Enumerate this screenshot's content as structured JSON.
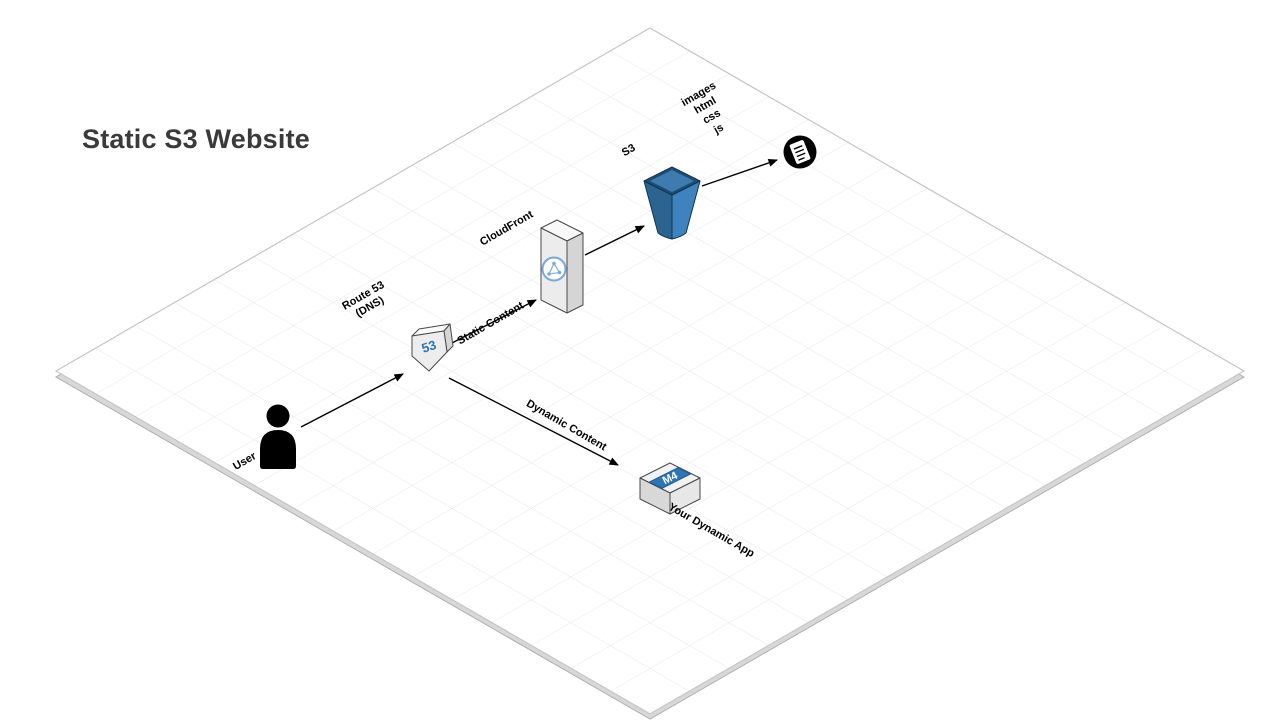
{
  "title": "Static S3 Website",
  "colors": {
    "accent_blue": "#2E75B6",
    "badge_border": "#1F5A94",
    "bucket_blue_left": "#2B6490",
    "bucket_blue_right": "#3E83BE",
    "bucket_rim_outer": "#1D4D74",
    "bucket_rim_inner": "#3E7CB0",
    "logo_blue": "#7AA9D6",
    "arrow_black": "#000000",
    "grid_line": "#E3E3E3"
  },
  "nodes": {
    "user": {
      "label": "User"
    },
    "route53": {
      "label": "Route 53\n(DNS)",
      "badge": "53"
    },
    "cloudfront": {
      "label": "CloudFront"
    },
    "s3": {
      "label": "S3"
    },
    "files": {
      "label": "images\nhtml\ncss\njs"
    },
    "dynamic_app": {
      "label": "Your Dynamic App",
      "badge": "M4"
    }
  },
  "edges": {
    "static_content": {
      "label": "Static Content"
    },
    "dynamic_content": {
      "label": "Dynamic Content"
    }
  }
}
